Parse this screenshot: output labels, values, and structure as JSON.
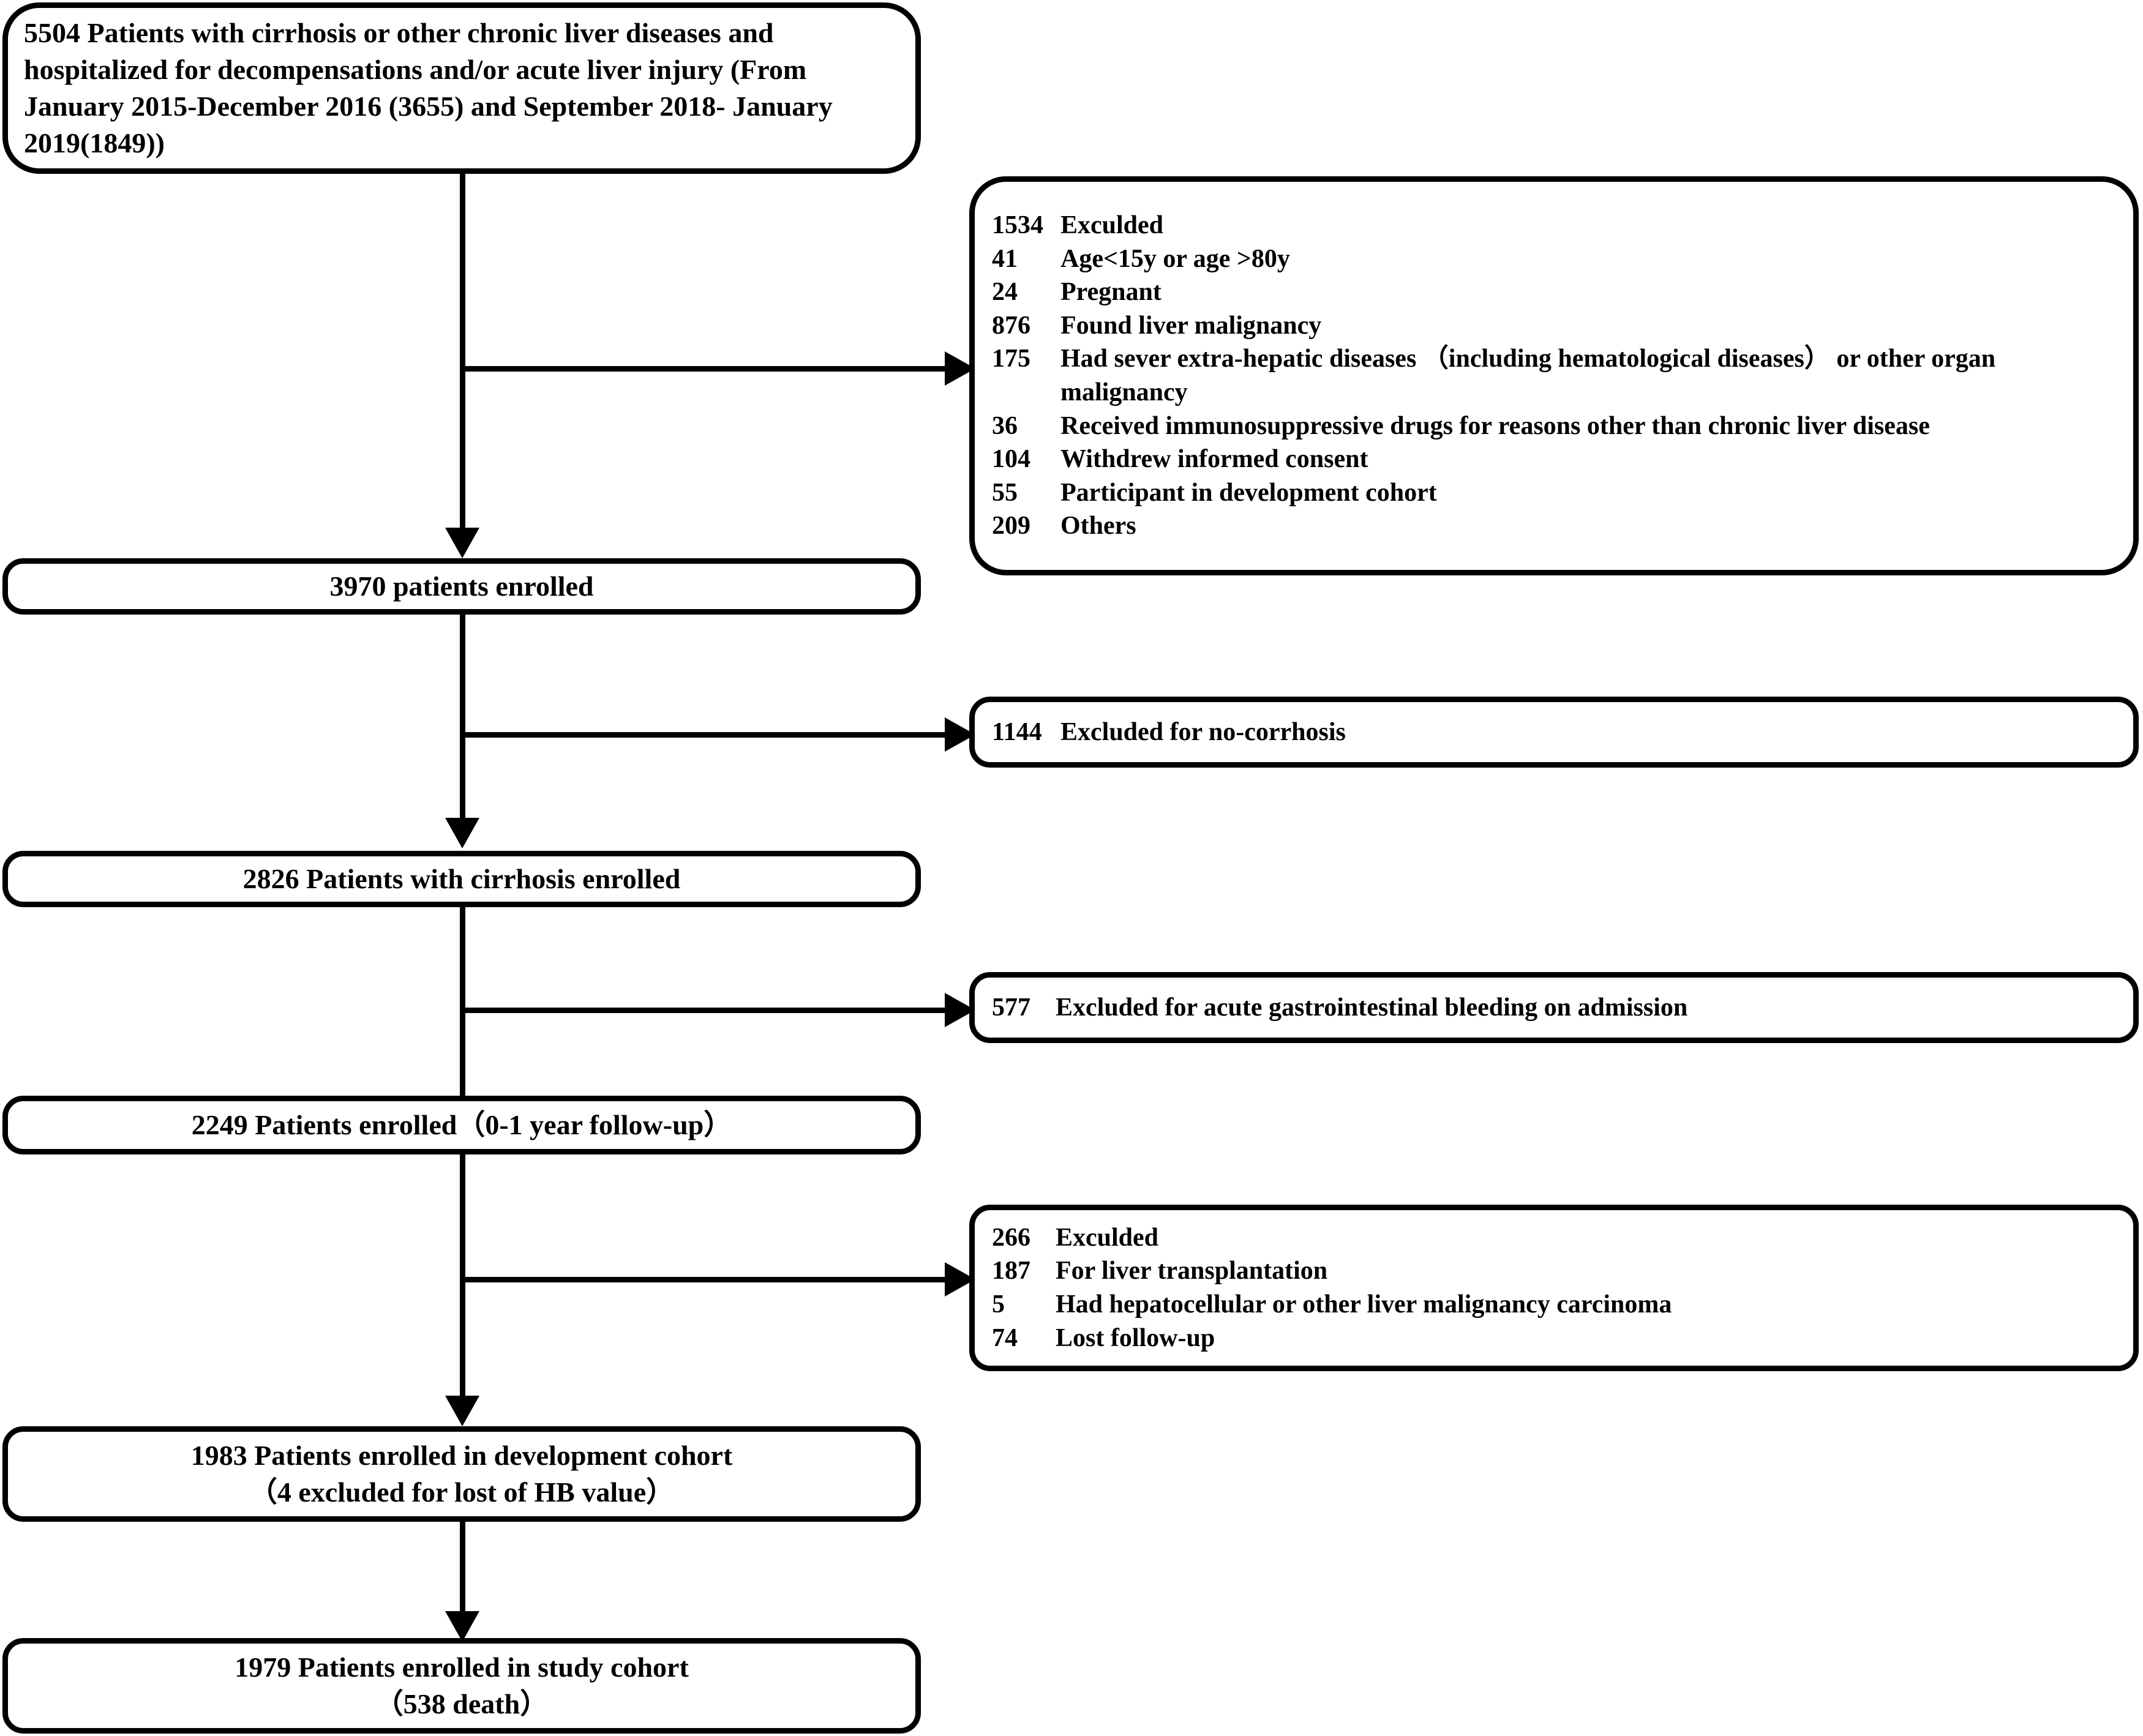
{
  "figure": {
    "type": "flowchart",
    "subtype": "patient-selection-flow-diagram",
    "orientation": "top-to-bottom",
    "colors": {
      "background": "#ffffff",
      "stroke": "#000000",
      "text": "#000000"
    }
  },
  "nodes": {
    "source_cohort": {
      "id": "node-source-cohort",
      "text": "5504 Patients with cirrhosis or other chronic liver diseases and hospitalized for decompensations and/or acute liver injury (From January 2015-December 2016 (3655) and September 2018- January 2019(1849))",
      "count": 5504,
      "align": "left"
    },
    "enrolled_3970": {
      "id": "node-enrolled-3970",
      "lines": [
        "3970 patients enrolled"
      ],
      "count": 3970,
      "align": "center"
    },
    "cirrhosis_2826": {
      "id": "node-cirrhosis-2826",
      "lines": [
        "2826 Patients with cirrhosis enrolled"
      ],
      "count": 2826,
      "align": "center"
    },
    "enrolled_2249": {
      "id": "node-enrolled-2249",
      "lines": [
        "2249 Patients enrolled（0-1 year follow-up）"
      ],
      "count": 2249,
      "align": "center"
    },
    "development_1983": {
      "id": "node-development-1983",
      "lines": [
        "1983 Patients enrolled in development cohort",
        "（4 excluded for lost of HB value）"
      ],
      "count": 1983,
      "align": "center"
    },
    "study_1979": {
      "id": "node-study-1979",
      "lines": [
        "1979 Patients enrolled in study cohort",
        "（538 death）"
      ],
      "count": 1979,
      "deaths": 538,
      "align": "center"
    }
  },
  "exclusion_boxes": {
    "first": {
      "id": "exclusion-box-1",
      "rows": [
        {
          "n": "1534",
          "label": "Exculded"
        },
        {
          "n": "41",
          "label": "Age<15y or age >80y"
        },
        {
          "n": "24",
          "label": "Pregnant"
        },
        {
          "n": "876",
          "label": "Found liver malignancy"
        },
        {
          "n": "175",
          "label": "Had sever extra-hepatic diseases （including hematological diseases） or other organ malignancy"
        },
        {
          "n": "36",
          "label": "Received immunosuppressive drugs for reasons other than chronic liver disease"
        },
        {
          "n": "104",
          "label": "Withdrew informed consent"
        },
        {
          "n": "55",
          "label": "Participant in development cohort"
        },
        {
          "n": "209",
          "label": "Others"
        }
      ]
    },
    "no_cirrhosis": {
      "id": "exclusion-box-no-cirrhosis",
      "rows": [
        {
          "n": "1144",
          "label": "Excluded for no-corrhosis"
        }
      ]
    },
    "gi_bleeding": {
      "id": "exclusion-box-gi-bleeding",
      "rows": [
        {
          "n": "577",
          "label": "Excluded for acute gastrointestinal bleeding on admission"
        }
      ]
    },
    "second": {
      "id": "exclusion-box-2",
      "rows": [
        {
          "n": "266",
          "label": "Exculded"
        },
        {
          "n": "187",
          "label": "For liver transplantation"
        },
        {
          "n": "5",
          "label": "Had hepatocellular or other liver malignancy carcinoma"
        },
        {
          "n": "74",
          "label": "Lost follow-up"
        }
      ]
    }
  }
}
